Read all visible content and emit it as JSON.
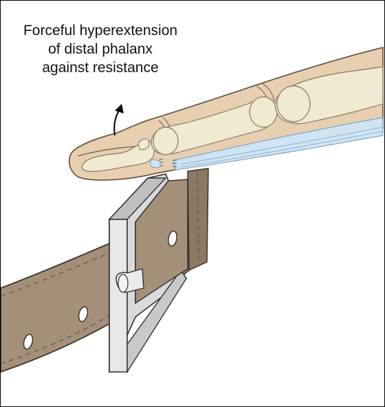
{
  "caption": {
    "lines": [
      "Forceful hyperextension",
      "of distal phalanx",
      "against resistance"
    ]
  },
  "colors": {
    "background": "#ffffff",
    "border": "#000000",
    "skin": "#e8cfb0",
    "skin_outline": "#6b5a4a",
    "bone": "#f1ead2",
    "bone_outline": "#8f8670",
    "tendon": "#cfe3f2",
    "tendon_outline": "#7aa3c4",
    "belt": "#a48f79",
    "belt_dark": "#8c7863",
    "belt_stitch": "#5e4d3e",
    "buckle": "#d9dadc",
    "buckle_dark": "#a9aaad",
    "arrow": "#111111"
  },
  "icons": {
    "arrow": "curved-arrow-up-icon"
  }
}
